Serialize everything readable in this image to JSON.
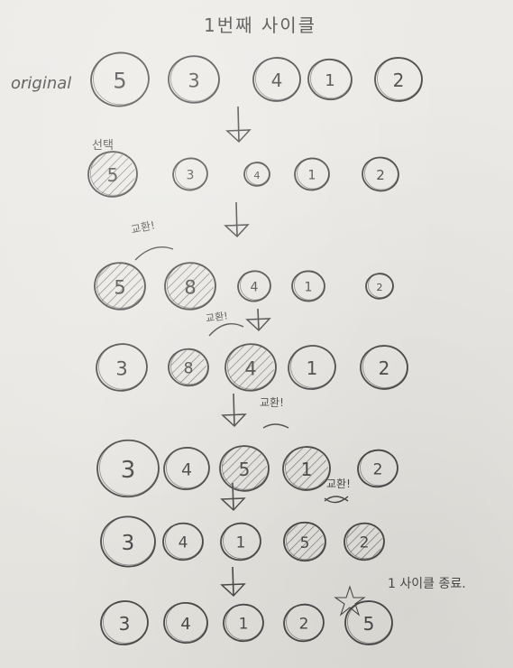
{
  "title": "1번째 사이클",
  "original_label": "original",
  "select_label": "선택",
  "swap_labels": [
    "교환!",
    "교환!",
    "교환!",
    "교환!"
  ],
  "end_label": "1 사이클 종료.",
  "rows": [
    {
      "values": [
        "5",
        "3",
        "4",
        "1",
        "2"
      ],
      "hatched": [
        false,
        false,
        false,
        false,
        false
      ]
    },
    {
      "values": [
        "5",
        "3",
        "4",
        "1",
        "2"
      ],
      "hatched": [
        true,
        false,
        false,
        false,
        false
      ]
    },
    {
      "values": [
        "5",
        "8",
        "4",
        "1",
        "2"
      ],
      "hatched": [
        true,
        true,
        false,
        false,
        false
      ]
    },
    {
      "values": [
        "3",
        "8",
        "4",
        "1",
        "2"
      ],
      "hatched": [
        false,
        true,
        true,
        false,
        false
      ]
    },
    {
      "values": [
        "3",
        "4",
        "5",
        "1",
        "2"
      ],
      "hatched": [
        false,
        false,
        true,
        true,
        false
      ]
    },
    {
      "values": [
        "3",
        "4",
        "1",
        "5",
        "2"
      ],
      "hatched": [
        false,
        false,
        false,
        true,
        true
      ]
    },
    {
      "values": [
        "3",
        "4",
        "1",
        "2",
        "5"
      ],
      "hatched": [
        false,
        false,
        false,
        false,
        false
      ]
    }
  ],
  "colors": {
    "pencil": "#4a4a4a",
    "paper": "#eae8e4"
  }
}
